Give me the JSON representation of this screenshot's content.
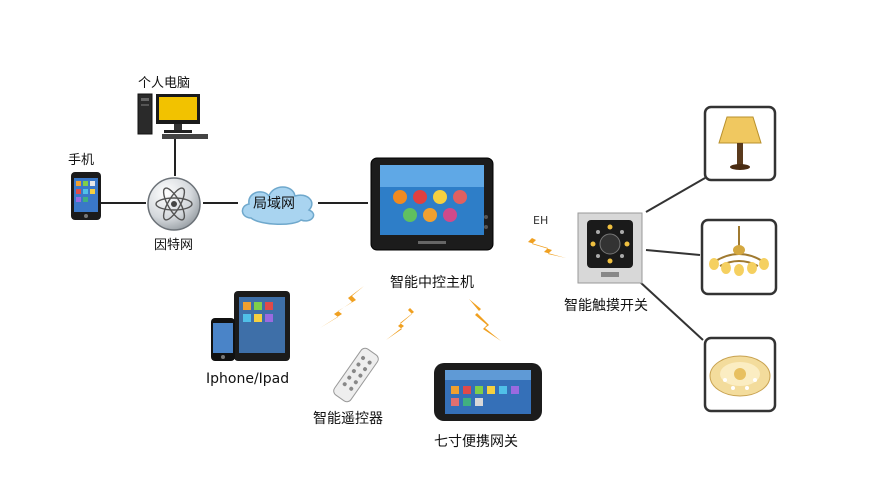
{
  "labels": {
    "pc": "个人电脑",
    "phone": "手机",
    "internet": "因特网",
    "lan": "局域网",
    "controller": "智能中控主机",
    "eh": "EH",
    "touch_switch": "智能触摸开关",
    "iphone_ipad": "Iphone/Ipad",
    "remote": "智能遥控器",
    "gateway": "七寸便携网关"
  },
  "icons": {
    "pc": "desktop-computer-icon",
    "phone": "smartphone-icon",
    "internet": "globe-atom-icon",
    "lan": "cloud-icon",
    "controller": "tablet-control-panel-icon",
    "touch_switch": "touch-switch-panel-icon",
    "lamp1": "table-lamp-icon",
    "lamp2": "chandelier-icon",
    "lamp3": "ceiling-light-icon",
    "iphone_ipad": "iphone-ipad-icon",
    "remote": "remote-control-icon",
    "gateway": "portable-gateway-icon",
    "wireless": "lightning-signal-icon"
  },
  "colors": {
    "line": "#222222",
    "lightning": "#f0a020",
    "cloud": "#a9d4f0",
    "frame": "#333333"
  }
}
